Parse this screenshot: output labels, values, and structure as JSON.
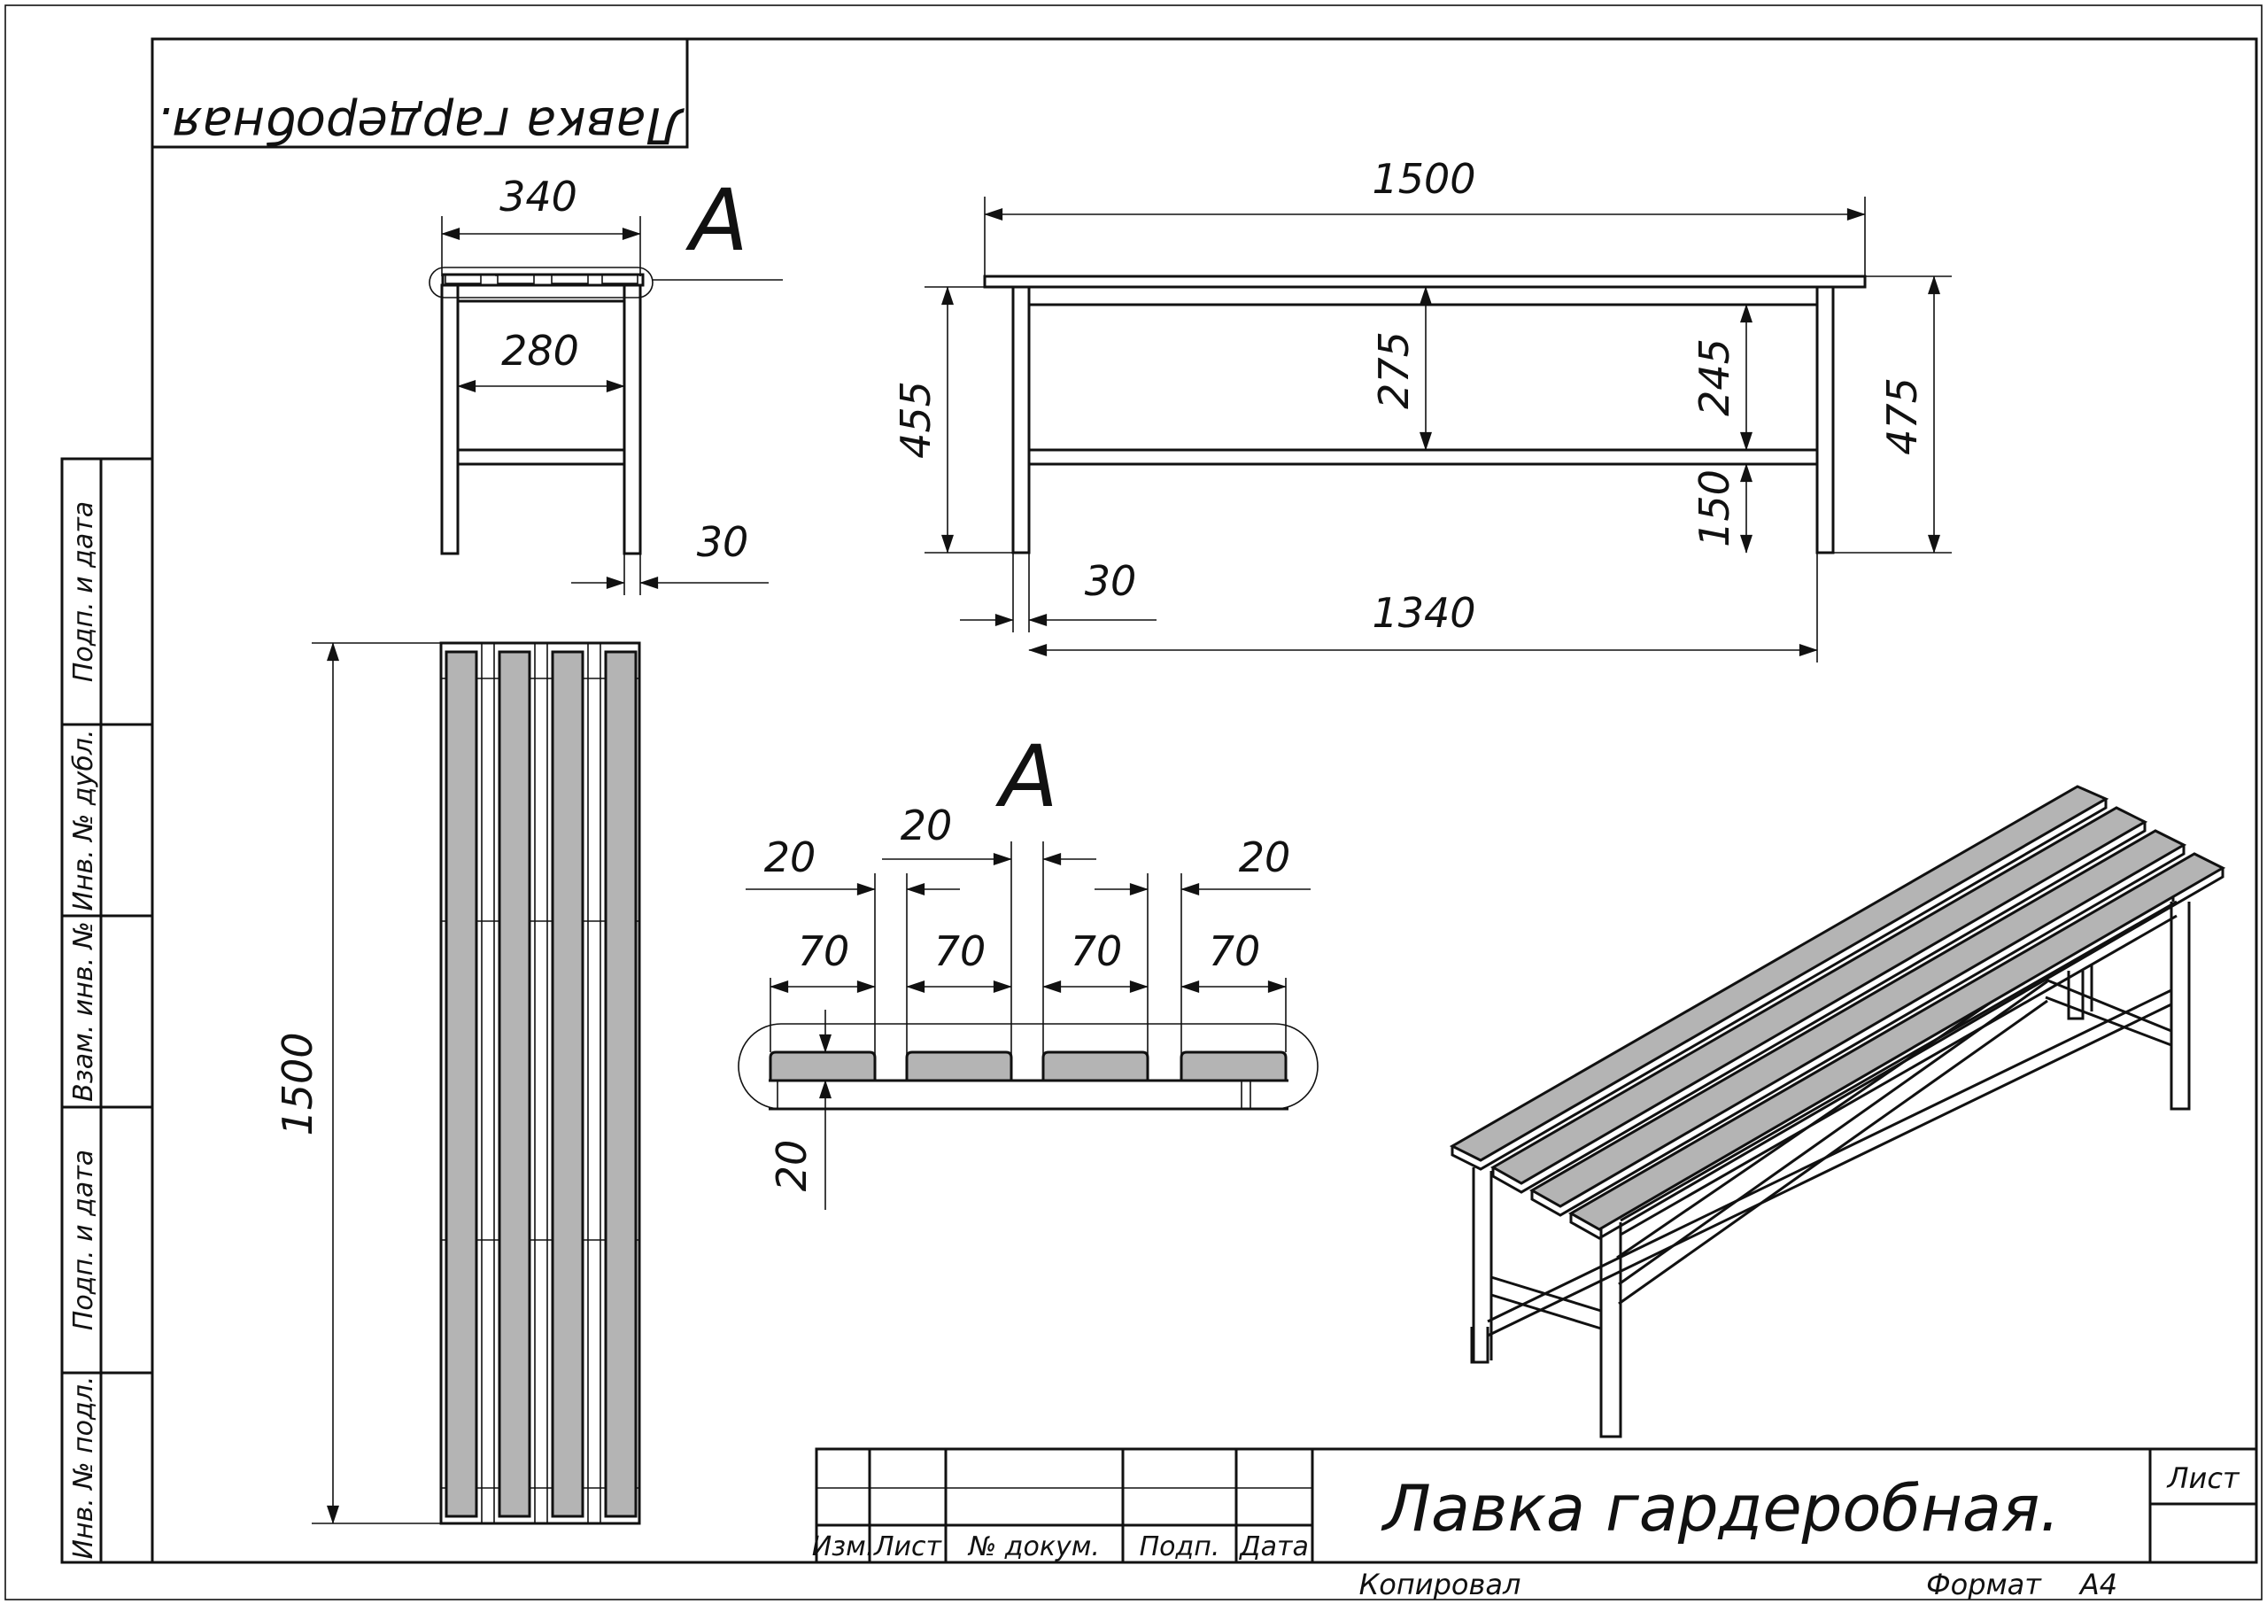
{
  "title_block": {
    "mirrored_title": "Лавка гардеробная.",
    "drawing_title": "Лавка гардеробная.",
    "columns": {
      "izm": "Изм.",
      "list": "Лист",
      "doc_no": "№ докум.",
      "sign": "Подп.",
      "date": "Дата"
    },
    "sheet_label": "Лист",
    "copied_label": "Копировал",
    "format_label": "Формат",
    "format_value": "А4"
  },
  "side_stamps": [
    "Инв. № подл.",
    "Подп. и дата",
    "Взам. инв. №",
    "Инв. № дубл.",
    "Подп. и дата"
  ],
  "views": {
    "section_a_label": "А",
    "detail_a_label": "А"
  },
  "dimensions": {
    "side_width": "340",
    "side_inner": "280",
    "side_leg": "30",
    "front_length": "1500",
    "front_height_left": "455",
    "front_rail_gap": "275",
    "front_upper_right": "245",
    "front_lower_right": "150",
    "front_total_height": "475",
    "front_leg": "30",
    "front_inner_length": "1340",
    "top_length": "1500",
    "detail_gap_1": "20",
    "detail_gap_2": "20",
    "detail_gap_3": "20",
    "detail_slat_1": "70",
    "detail_slat_2": "70",
    "detail_slat_3": "70",
    "detail_slat_4": "70",
    "detail_thickness": "20"
  },
  "colors": {
    "line": "#111111",
    "slat_fill": "#b4b4b4",
    "background": "#ffffff"
  }
}
